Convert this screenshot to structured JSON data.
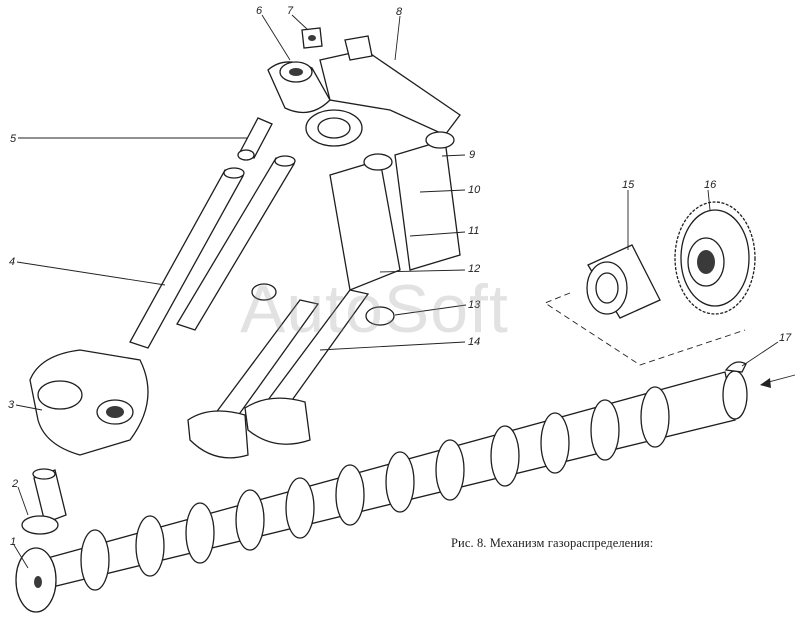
{
  "figure": {
    "caption": "Рис. 8. Механизм газораспределения:",
    "watermark": "AutoSoft",
    "part_labels": [
      "1",
      "2",
      "3",
      "4",
      "5",
      "6",
      "7",
      "8",
      "9",
      "10",
      "11",
      "12",
      "13",
      "14",
      "15",
      "16",
      "17"
    ]
  }
}
